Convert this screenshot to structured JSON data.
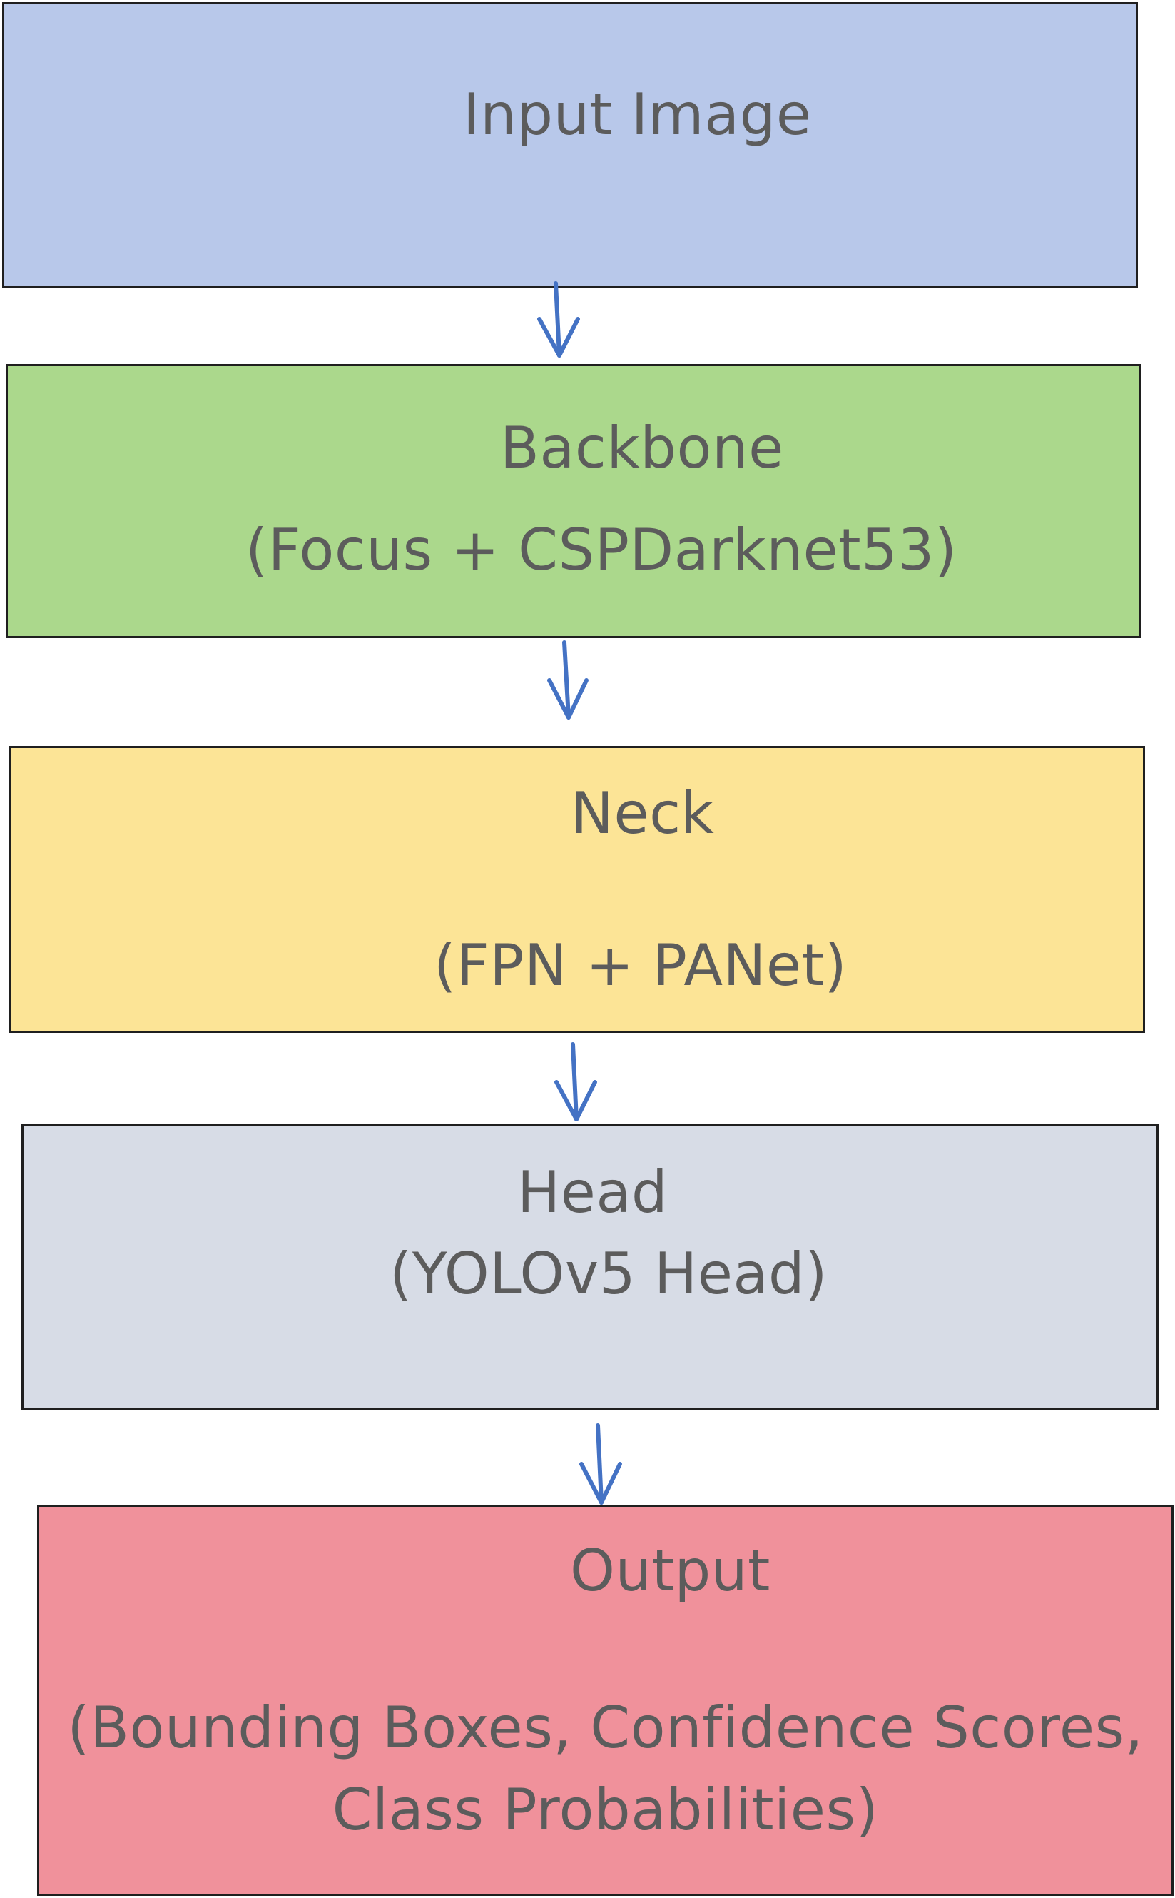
{
  "diagram": {
    "colors": {
      "input": "#b8c8ea",
      "backbone": "#abd88c",
      "neck": "#fce496",
      "head": "#d7dce6",
      "output": "#f0919b",
      "border": "#1f1f1f",
      "text": "#5c5c5c",
      "arrow": "#4472c4"
    },
    "nodes": {
      "input": {
        "title": "Input Image"
      },
      "backbone": {
        "title": "Backbone",
        "subtitle": "(Focus + CSPDarknet53)"
      },
      "neck": {
        "title": "Neck",
        "subtitle": "(FPN + PANet)"
      },
      "head": {
        "title": "Head",
        "subtitle": "(YOLOv5 Head)"
      },
      "output": {
        "title": "Output",
        "subtitle_line1": "(Bounding Boxes, Confidence Scores,",
        "subtitle_line2": "Class Probabilities)"
      }
    },
    "edges": [
      {
        "from": "input",
        "to": "backbone"
      },
      {
        "from": "backbone",
        "to": "neck"
      },
      {
        "from": "neck",
        "to": "head"
      },
      {
        "from": "head",
        "to": "output"
      }
    ]
  }
}
